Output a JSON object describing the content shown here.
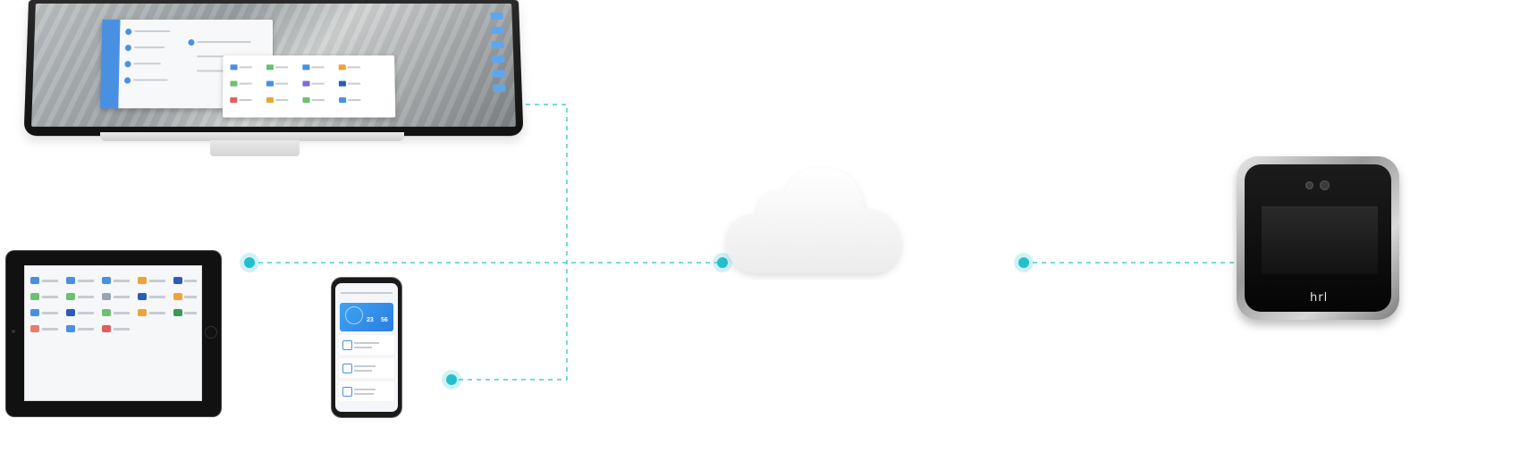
{
  "diagram": {
    "devices": [
      {
        "id": "imac",
        "icon": "imac-desktop-icon"
      },
      {
        "id": "ipad",
        "icon": "ipad-tablet-icon"
      },
      {
        "id": "iphone",
        "icon": "smartphone-icon"
      },
      {
        "id": "cloud",
        "icon": "cloud-icon"
      },
      {
        "id": "face-terminal",
        "icon": "face-recognition-terminal-icon"
      }
    ],
    "phone": {
      "stat_left": "23",
      "stat_right": "56"
    },
    "terminal_logo": "hrl",
    "colors": {
      "connector": "#23bfcf",
      "connector_halo": "#bdeef3",
      "accent_blue": "#4a90e2"
    }
  }
}
